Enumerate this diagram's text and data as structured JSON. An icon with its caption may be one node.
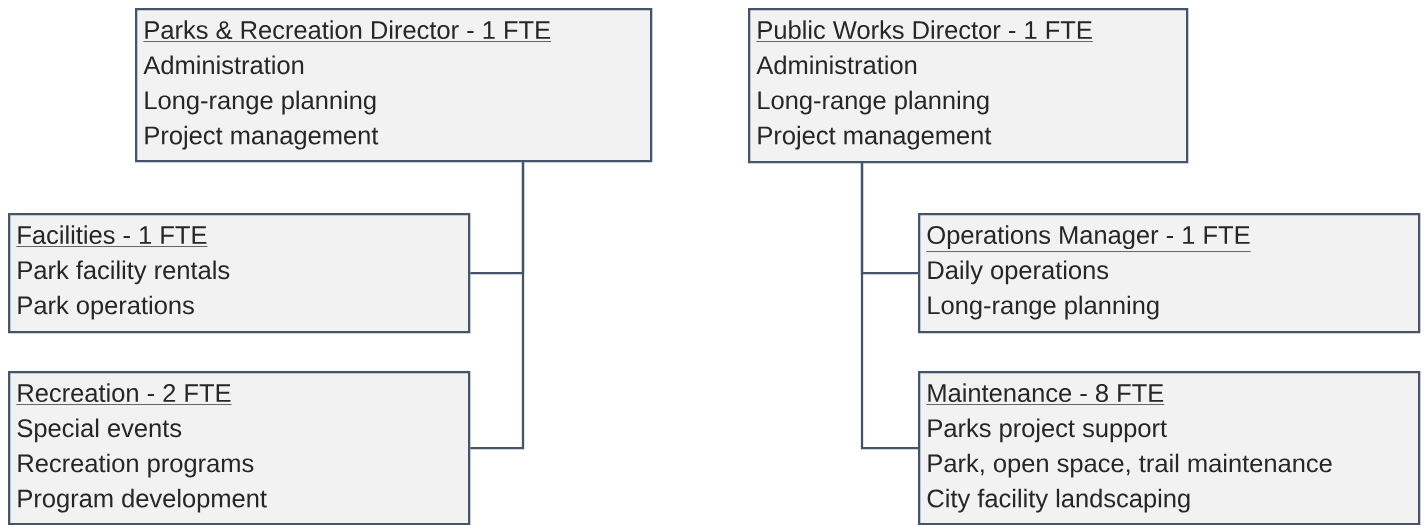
{
  "diagram": {
    "nodes": [
      {
        "text": [
          "Parks & Recreation Director - 1 FTE",
          "Administration",
          "Long-range planning",
          "Project management"
        ]
      },
      {
        "text": [
          "Facilities - 1 FTE",
          "Park facility rentals",
          "Park operations"
        ]
      },
      {
        "text": [
          "Recreation - 2 FTE",
          "Special events",
          "Recreation programs",
          "Program development"
        ]
      },
      {
        "text": [
          "Public Works Director - 1 FTE",
          "Administration",
          "Long-range planning",
          "Project management"
        ]
      },
      {
        "text": [
          "Operations Manager - 1 FTE",
          "Daily operations",
          "Long-range planning"
        ]
      },
      {
        "text": [
          "Maintenance - 8 FTE",
          "Parks project support",
          "Park, open space, trail maintenance",
          "City facility landscaping"
        ]
      }
    ],
    "edges": [
      {
        "from": 0,
        "to": 1,
        "arrow": "none"
      },
      {
        "from": 0,
        "to": 2,
        "arrow": "none"
      },
      {
        "from": 3,
        "to": 4,
        "arrow": "none"
      },
      {
        "from": 3,
        "to": 5,
        "arrow": "none"
      }
    ]
  }
}
